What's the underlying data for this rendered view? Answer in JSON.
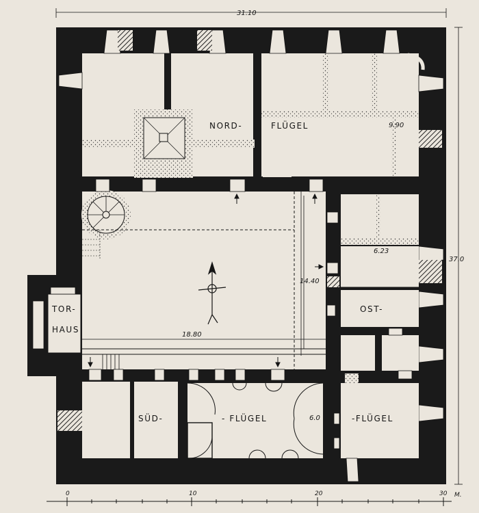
{
  "colors": {
    "paper": "#ebe6dd",
    "ink": "#151515",
    "wall": "#1a1a1a"
  },
  "labels": {
    "nord": "NORD-",
    "fluegel_n": "FLÜGEL",
    "ost": "OST-",
    "tor": "TOR-",
    "haus": "HAUS",
    "sued": "SÜD-",
    "fluegel_s": "- FLÜGEL",
    "fluegel_o": "-FLÜGEL"
  },
  "dimensions": {
    "width": "31.10",
    "height": "37.0",
    "court_width": "18.80",
    "court_depth": "14.40",
    "north_room": "9.90",
    "east_room": "6.23",
    "south_room": "6.0"
  },
  "scale": {
    "ticks": [
      "0",
      "10",
      "20",
      "30"
    ],
    "unit": "M."
  },
  "icons": {
    "north_arrow": "north-arrow-icon"
  }
}
